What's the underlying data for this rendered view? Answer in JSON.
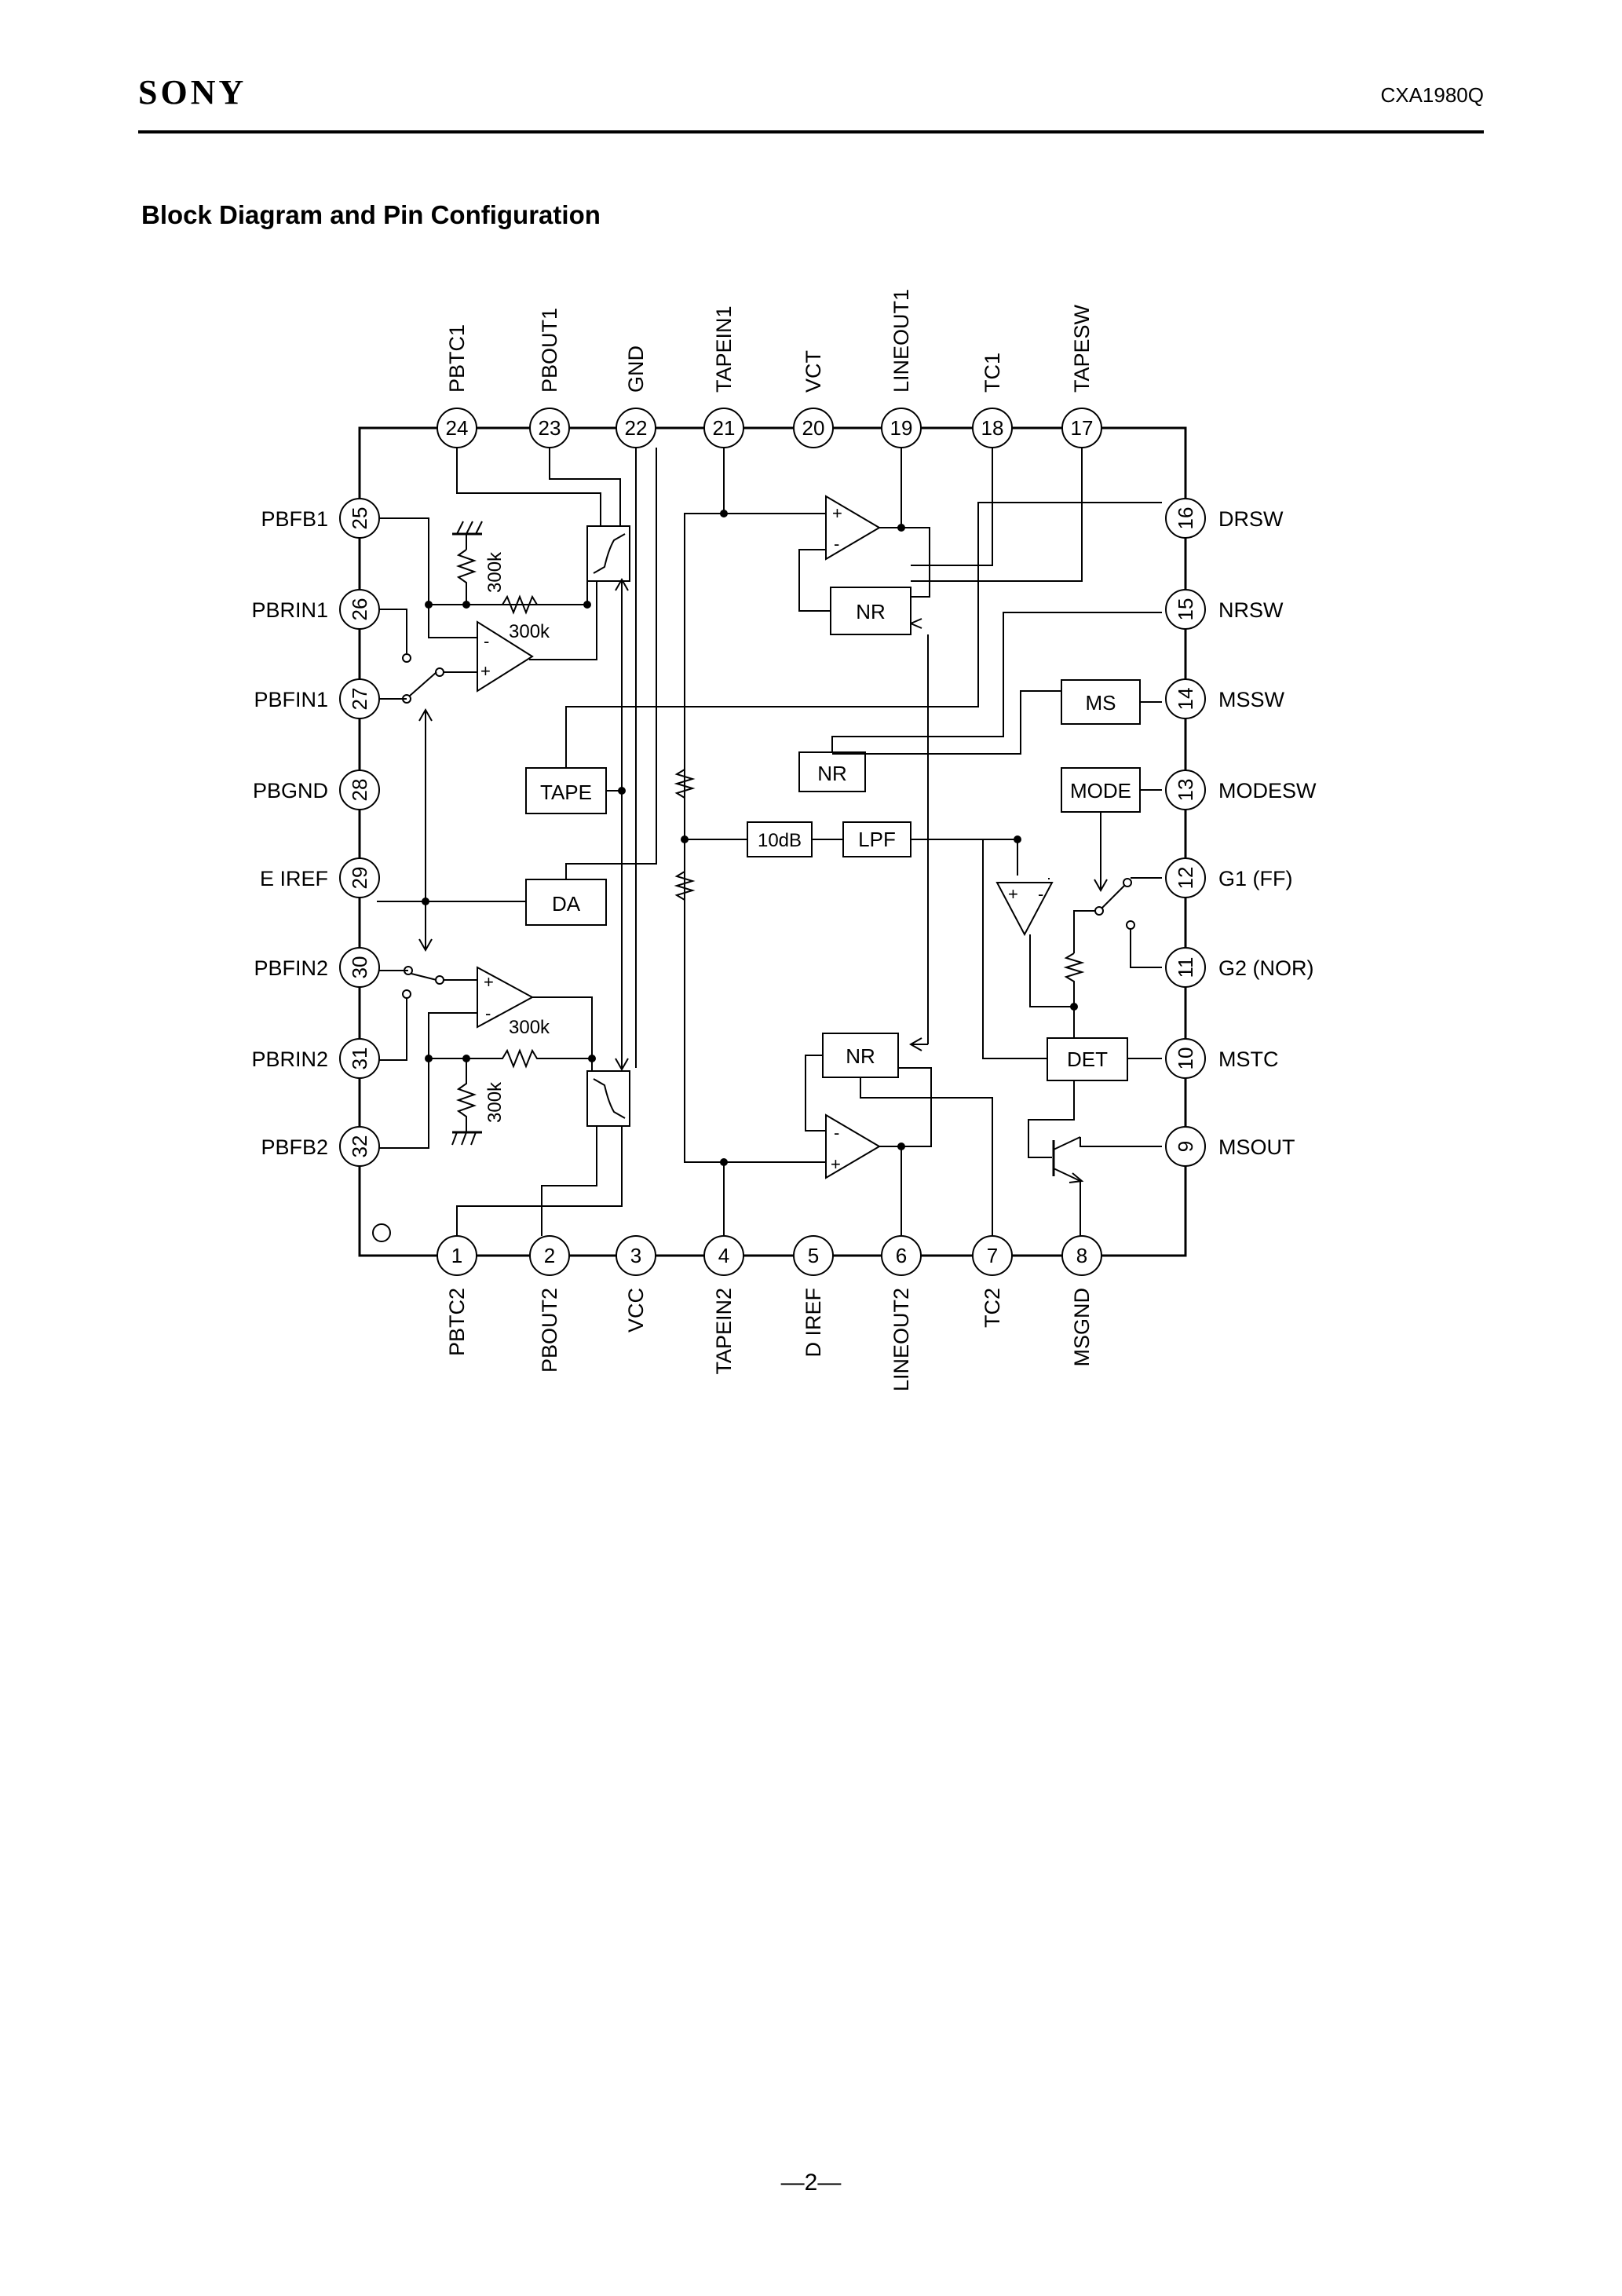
{
  "header": {
    "brand": "SONY",
    "part_number": "CXA1980Q"
  },
  "section_title": "Block Diagram and Pin Configuration",
  "page_number": "—2—",
  "pins": {
    "top": [
      {
        "num": "24",
        "name": "PBTC1"
      },
      {
        "num": "23",
        "name": "PBOUT1"
      },
      {
        "num": "22",
        "name": "GND"
      },
      {
        "num": "21",
        "name": "TAPEIN1"
      },
      {
        "num": "20",
        "name": "VCT"
      },
      {
        "num": "19",
        "name": "LINEOUT1"
      },
      {
        "num": "18",
        "name": "TC1"
      },
      {
        "num": "17",
        "name": "TAPESW"
      }
    ],
    "bottom": [
      {
        "num": "1",
        "name": "PBTC2"
      },
      {
        "num": "2",
        "name": "PBOUT2"
      },
      {
        "num": "3",
        "name": "VCC"
      },
      {
        "num": "4",
        "name": "TAPEIN2"
      },
      {
        "num": "5",
        "name": "D IREF"
      },
      {
        "num": "6",
        "name": "LINEOUT2"
      },
      {
        "num": "7",
        "name": "TC2"
      },
      {
        "num": "8",
        "name": "MSGND"
      }
    ],
    "left": [
      {
        "num": "25",
        "name": "PBFB1"
      },
      {
        "num": "26",
        "name": "PBRIN1"
      },
      {
        "num": "27",
        "name": "PBFIN1"
      },
      {
        "num": "28",
        "name": "PBGND"
      },
      {
        "num": "29",
        "name": "E IREF"
      },
      {
        "num": "30",
        "name": "PBFIN2"
      },
      {
        "num": "31",
        "name": "PBRIN2"
      },
      {
        "num": "32",
        "name": "PBFB2"
      }
    ],
    "right": [
      {
        "num": "16",
        "name": "DRSW"
      },
      {
        "num": "15",
        "name": "NRSW"
      },
      {
        "num": "14",
        "name": "MSSW"
      },
      {
        "num": "13",
        "name": "MODESW"
      },
      {
        "num": "12",
        "name": "G1 (FF)"
      },
      {
        "num": "11",
        "name": "G2 (NOR)"
      },
      {
        "num": "10",
        "name": "MSTC"
      },
      {
        "num": "9",
        "name": "MSOUT"
      }
    ]
  },
  "blocks": {
    "nr_top": "NR",
    "nr_mid": "NR",
    "nr_bottom": "NR",
    "ms": "MS",
    "mode": "MODE",
    "tape": "TAPE",
    "da": "DA",
    "gain": "10dB",
    "lpf": "LPF",
    "det": "DET"
  },
  "resistors": {
    "r1_vertical": "300k",
    "r1_horizontal": "300k",
    "r2_horizontal": "300k",
    "r2_vertical": "300k"
  },
  "opamp_signs": {
    "plus": "+",
    "minus": "-"
  }
}
